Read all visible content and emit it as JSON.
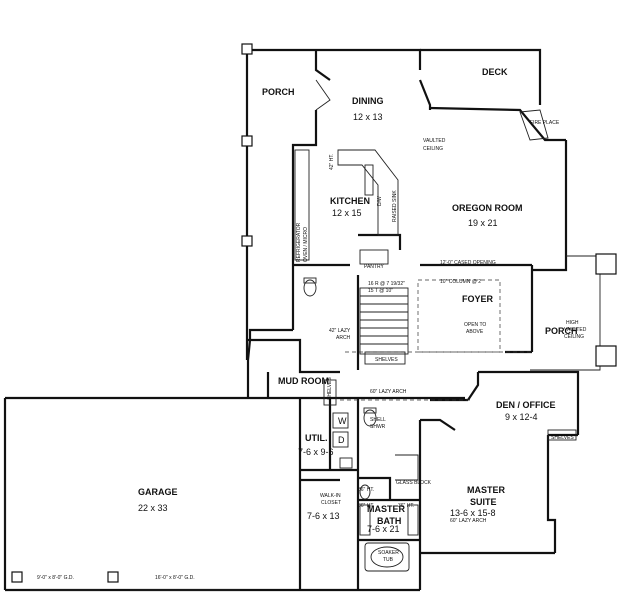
{
  "rooms": {
    "porch_left": "PORCH",
    "dining_name": "DINING",
    "dining_size": "12 x 13",
    "deck": "DECK",
    "kitchen_name": "KITCHEN",
    "kitchen_size": "12 x 15",
    "great_room_name": "OREGON ROOM",
    "great_room_size": "19 x 21",
    "foyer": "FOYER",
    "porch_right": "PORCH",
    "mud_room": "MUD ROOM",
    "den_name": "DEN / OFFICE",
    "den_size": "9 x 12-4",
    "util_name": "UTIL.",
    "util_size": "7-6 x 9-6",
    "garage_name": "GARAGE",
    "garage_size": "22 x 33",
    "closet_size": "7-6 x 13",
    "master_bath_name": "MASTER",
    "master_bath_name2": "BATH",
    "master_bath_size": "7-6 x 21",
    "master_suite_name": "MASTER",
    "master_suite_name2": "SUITE",
    "master_suite_size": "13-6 x 15-8"
  },
  "notes": {
    "fireplace": "FIRE PLACE",
    "vaulted_ceiling_1": "VAULTED",
    "vaulted_ceiling_2": "CEILING",
    "refrigerator": "REFRIGERATOR",
    "oven_micro": "OVEN / MICRO",
    "bar_height": "42\" HT.",
    "dw": "D/W",
    "raised_sink": "RAISED SINK",
    "pantry": "PANTRY",
    "cased_opening": "12'-0\" CASED OPENING",
    "column": "10\" COLUMN @ 2",
    "stair_1": "16 R @ 7 19/32\"",
    "stair_2": "15 T @ 10\"",
    "lazy_arch_42_1": "42\" LAZY",
    "lazy_arch_42_2": "ARCH",
    "open_to_above_1": "OPEN TO",
    "open_to_above_2": "ABOVE",
    "high_vaulted_1": "HIGH",
    "high_vaulted_2": "VAULTED",
    "high_vaulted_3": "CEILING",
    "shelves_stair": "SHELVES",
    "shelves_mud": "SHELVES",
    "lazy_arch_60": "60\" LAZY ARCH",
    "shelves_den": "SHELVES",
    "shelf_shower_1": "SHELL",
    "shelf_shower_2": "SHWR",
    "glass_block": "GLASS BLOCK",
    "walk_in_1": "WALK-IN",
    "walk_in_2": "CLOSET",
    "wash": "W",
    "dry": "D",
    "counter_36_a": "36\" HT.",
    "counter_36_b": "36\" HT.",
    "counter_36_c": "36\" HT.",
    "lazy_arch_60_suite": "60\" LAZY ARCH",
    "soaker_tub_1": "SOAKER",
    "soaker_tub_2": "TUB",
    "garage_door_1": "9'-0\" x 8'-0\" G.D.",
    "garage_door_2": "16'-0\" x 8'-0\" G.D."
  }
}
